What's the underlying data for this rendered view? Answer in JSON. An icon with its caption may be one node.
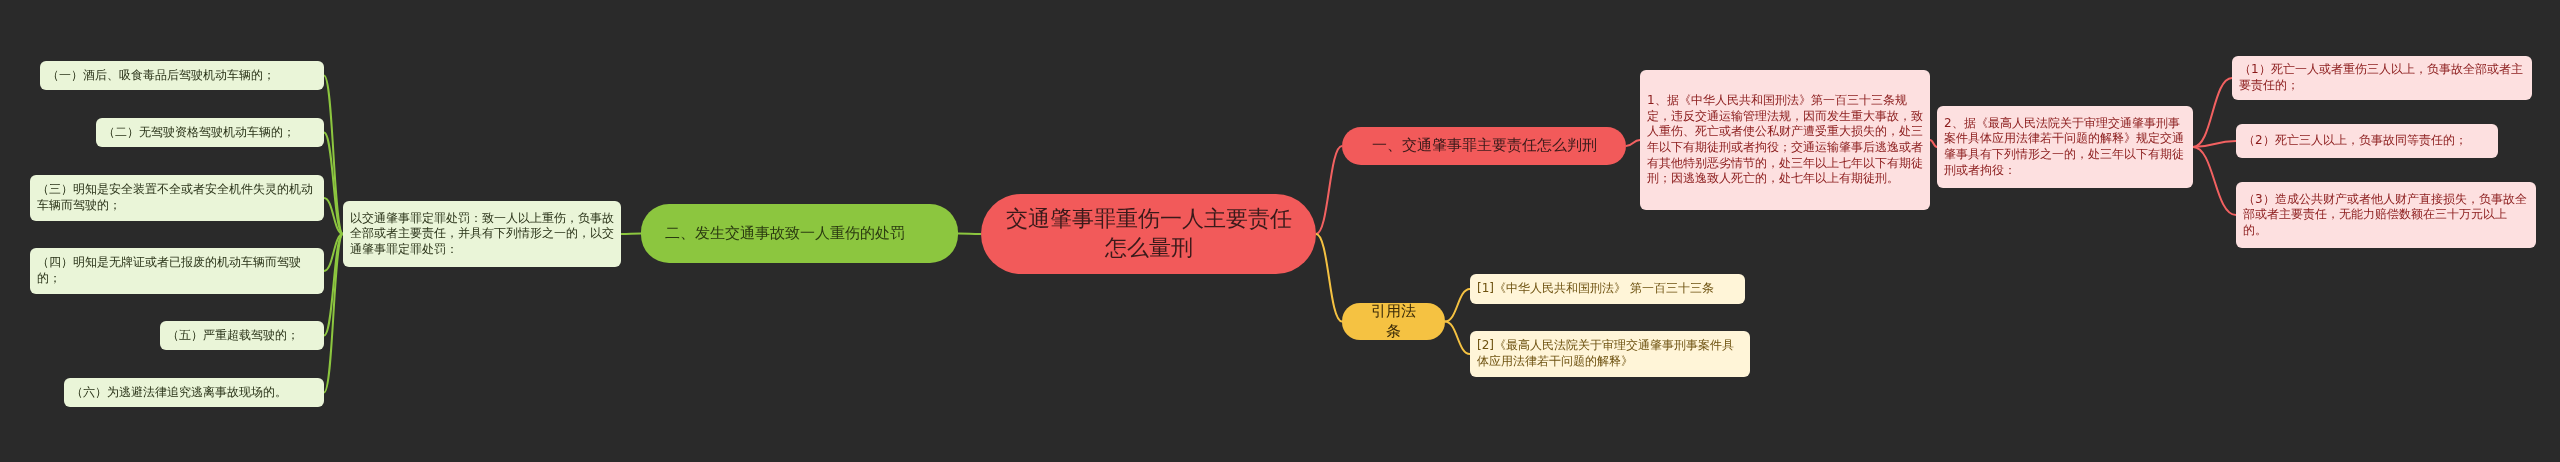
{
  "diagram": {
    "nodes": [
      {
        "text": [
          "交通肇事罪重伤一人主要责任怎么量刑"
        ]
      },
      {
        "text": [
          "一、交通肇事罪主要责任怎么判刑"
        ]
      },
      {
        "text": [
          "1、据《中华人民共和国刑法》第一百三十三条规定，违反交通运输管理法规，因而发生重大事故，致人重伤、死亡或者使公私财产遭受重大损失的，处三年以下有期徒刑或者拘役；交通运输肇事后逃逸或者有其他特别恶劣情节的，处三年以上七年以下有期徒刑；因逃逸致人死亡的，处七年以上有期徒刑。"
        ]
      },
      {
        "text": [
          "2、据《最高人民法院关于审理交通肇事刑事案件具体应用法律若干问题的解释》规定交通肇事具有下列情形之一的，处三年以下有期徒刑或者拘役："
        ]
      },
      {
        "text": [
          "（1）死亡一人或者重伤三人以上，负事故全部或者主要责任的；"
        ]
      },
      {
        "text": [
          "（2）死亡三人以上，负事故同等责任的；"
        ]
      },
      {
        "text": [
          "（3）造成公共财产或者他人财产直接损失，负事故全部或者主要责任，无能力赔偿数额在三十万元以上的。"
        ]
      },
      {
        "text": [
          "二、发生交通事故致一人重伤的处罚"
        ]
      },
      {
        "text": [
          "以交通肇事罪定罪处罚：致一人以上重伤，负事故全部或者主要责任，并具有下列情形之一的，以交通肇事罪定罪处罚："
        ]
      },
      {
        "text": [
          "（一）酒后、吸食毒品后驾驶机动车辆的；"
        ]
      },
      {
        "text": [
          "（二）无驾驶资格驾驶机动车辆的；"
        ]
      },
      {
        "text": [
          "（三）明知是安全装置不全或者安全机件失灵的机动车辆而驾驶的；"
        ]
      },
      {
        "text": [
          "（四）明知是无牌证或者已报废的机动车辆而驾驶的；"
        ]
      },
      {
        "text": [
          "（五）严重超载驾驶的；"
        ]
      },
      {
        "text": [
          "（六）为逃避法律追究逃离事故现场的。"
        ]
      },
      {
        "text": [
          "引用法条"
        ]
      },
      {
        "text": [
          "[1]《中华人民共和国刑法》 第一百三十三条"
        ]
      },
      {
        "text": [
          "[2]《最高人民法院关于审理交通肇事刑事案件具体应用法律若干问题的解释》"
        ]
      }
    ],
    "edges": [
      {
        "from": 0,
        "to": 1,
        "arrow": "none",
        "color": "#f26161"
      },
      {
        "from": 1,
        "to": 2,
        "arrow": "none",
        "color": "#f26161"
      },
      {
        "from": 2,
        "to": 3,
        "arrow": "none",
        "color": "#f26161"
      },
      {
        "from": 3,
        "to": 4,
        "arrow": "none",
        "color": "#f26161"
      },
      {
        "from": 3,
        "to": 5,
        "arrow": "none",
        "color": "#f26161"
      },
      {
        "from": 3,
        "to": 6,
        "arrow": "none",
        "color": "#f26161"
      },
      {
        "from": 0,
        "to": 7,
        "arrow": "none"
      },
      {
        "from": 7,
        "to": 8,
        "arrow": "none"
      },
      {
        "from": 8,
        "to": 9,
        "arrow": "none"
      },
      {
        "from": 8,
        "to": 10,
        "arrow": "none"
      },
      {
        "from": 8,
        "to": 11,
        "arrow": "none"
      },
      {
        "from": 8,
        "to": 12,
        "arrow": "none"
      },
      {
        "from": 8,
        "to": 13,
        "arrow": "none"
      },
      {
        "from": 8,
        "to": 14,
        "arrow": "none"
      },
      {
        "from": 0,
        "to": 15,
        "arrow": "none",
        "color": "#f5c242"
      },
      {
        "from": 15,
        "to": 16,
        "arrow": "none",
        "color": "#f5c242"
      },
      {
        "from": 15,
        "to": 17,
        "arrow": "none",
        "color": "#f5c242"
      }
    ]
  }
}
